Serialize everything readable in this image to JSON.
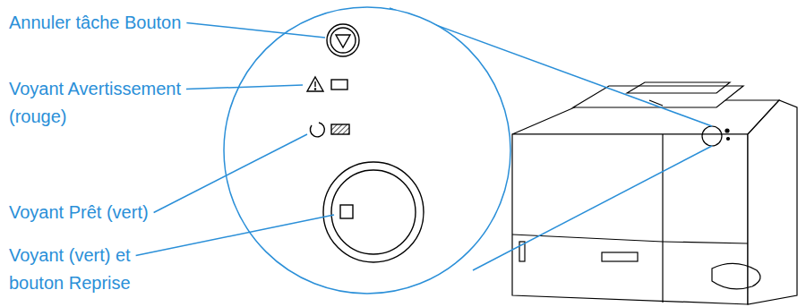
{
  "diagram": {
    "labels": [
      "Annuler tâche Bouton",
      "Voyant Avertissement (rouge)",
      "Voyant Prêt (vert)",
      "Voyant (vert) et bouton Reprise"
    ]
  }
}
